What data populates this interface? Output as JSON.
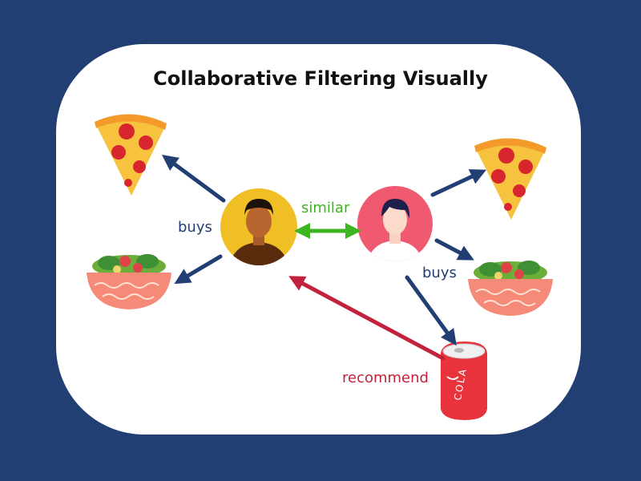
{
  "title": "Collaborative Filtering Visually",
  "labels": {
    "similar": "similar",
    "buys_left": "buys",
    "buys_right": "buys",
    "recommend": "recommend"
  },
  "can_text": "COLA",
  "colors": {
    "background": "#213f72",
    "card": "#ffffff",
    "buys_arrow": "#213f72",
    "similar_arrow": "#3cb521",
    "recommend_arrow": "#c2223b",
    "person_left_circle": "#efbf25",
    "person_right_circle": "#f05a71"
  },
  "icons": [
    "pizza-slice-icon",
    "salad-bowl-icon",
    "cola-can-icon",
    "person-avatar-icon"
  ]
}
